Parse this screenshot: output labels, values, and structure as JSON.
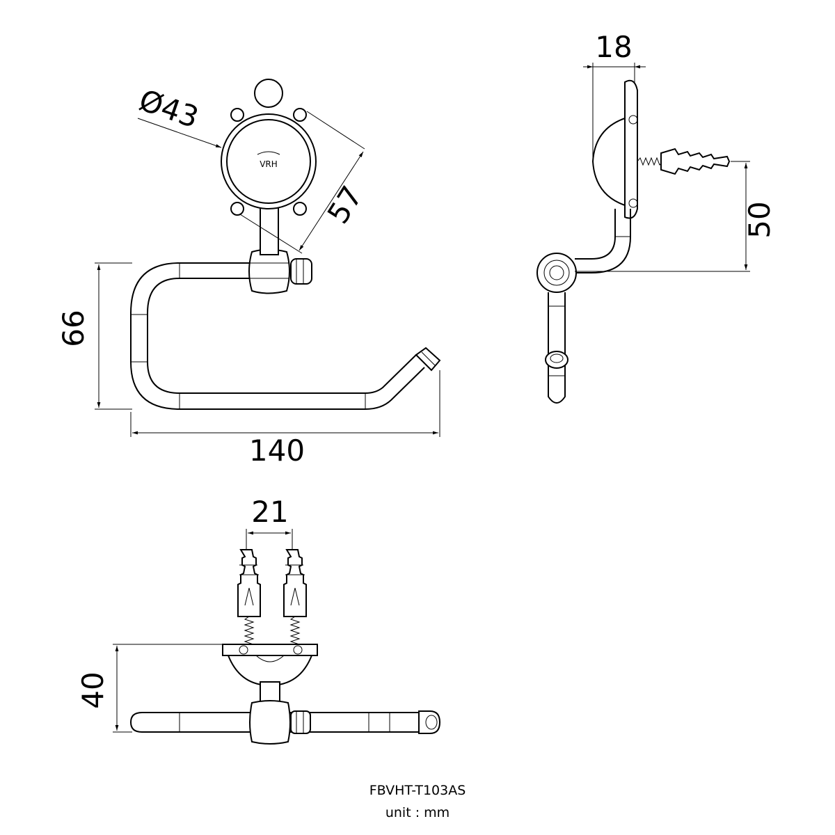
{
  "dimensions": {
    "diameter": "Ø43",
    "depth_plate": "57",
    "height": "66",
    "width": "140",
    "projection": "18",
    "bracket_drop": "50",
    "anchor_spacing": "21",
    "top_depth": "40"
  },
  "brand_logo": "VRH",
  "model_code": "FBVHT-T103AS",
  "unit_label": "unit : mm",
  "icons": {
    "arrowheads": "dimension-arrow",
    "anchors": "wall-anchor-icon"
  }
}
